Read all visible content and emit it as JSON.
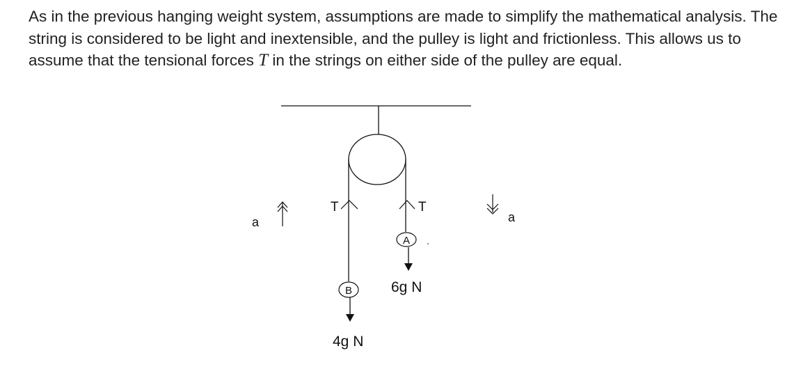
{
  "text": {
    "before_symbol": "As in the previous hanging weight system, assumptions are made to simplify the mathematical analysis.  The string is considered to be light and inextensible, and the pulley is light and frictionless. This allows us to  assume that the tensional forces ",
    "symbol": "T",
    "after_symbol": " in the strings on either side of the pulley are equal."
  },
  "diagram": {
    "mass_b_label": "B",
    "mass_a_label": "A",
    "tension_left_label": "T",
    "tension_right_label": "T",
    "accel_left_label": "a",
    "accel_right_label": "a",
    "weight_b_label": "4g N",
    "weight_a_label": "6g N"
  }
}
